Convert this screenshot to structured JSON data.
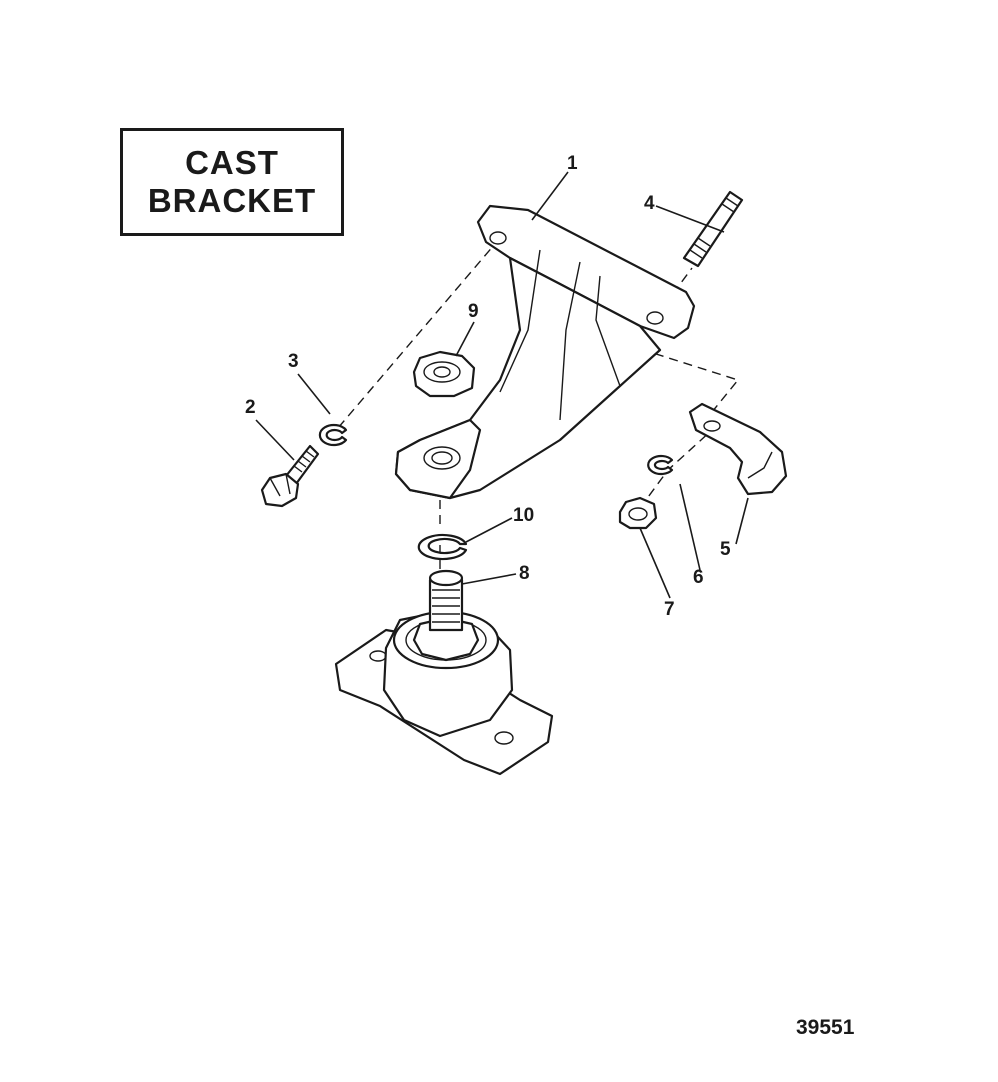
{
  "title": {
    "line1": "CAST",
    "line2": "BRACKET"
  },
  "callouts": {
    "c1": "1",
    "c2": "2",
    "c3": "3",
    "c4": "4",
    "c5": "5",
    "c6": "6",
    "c7": "7",
    "c8": "8",
    "c9": "9",
    "c10": "10"
  },
  "figure_number": "39551"
}
